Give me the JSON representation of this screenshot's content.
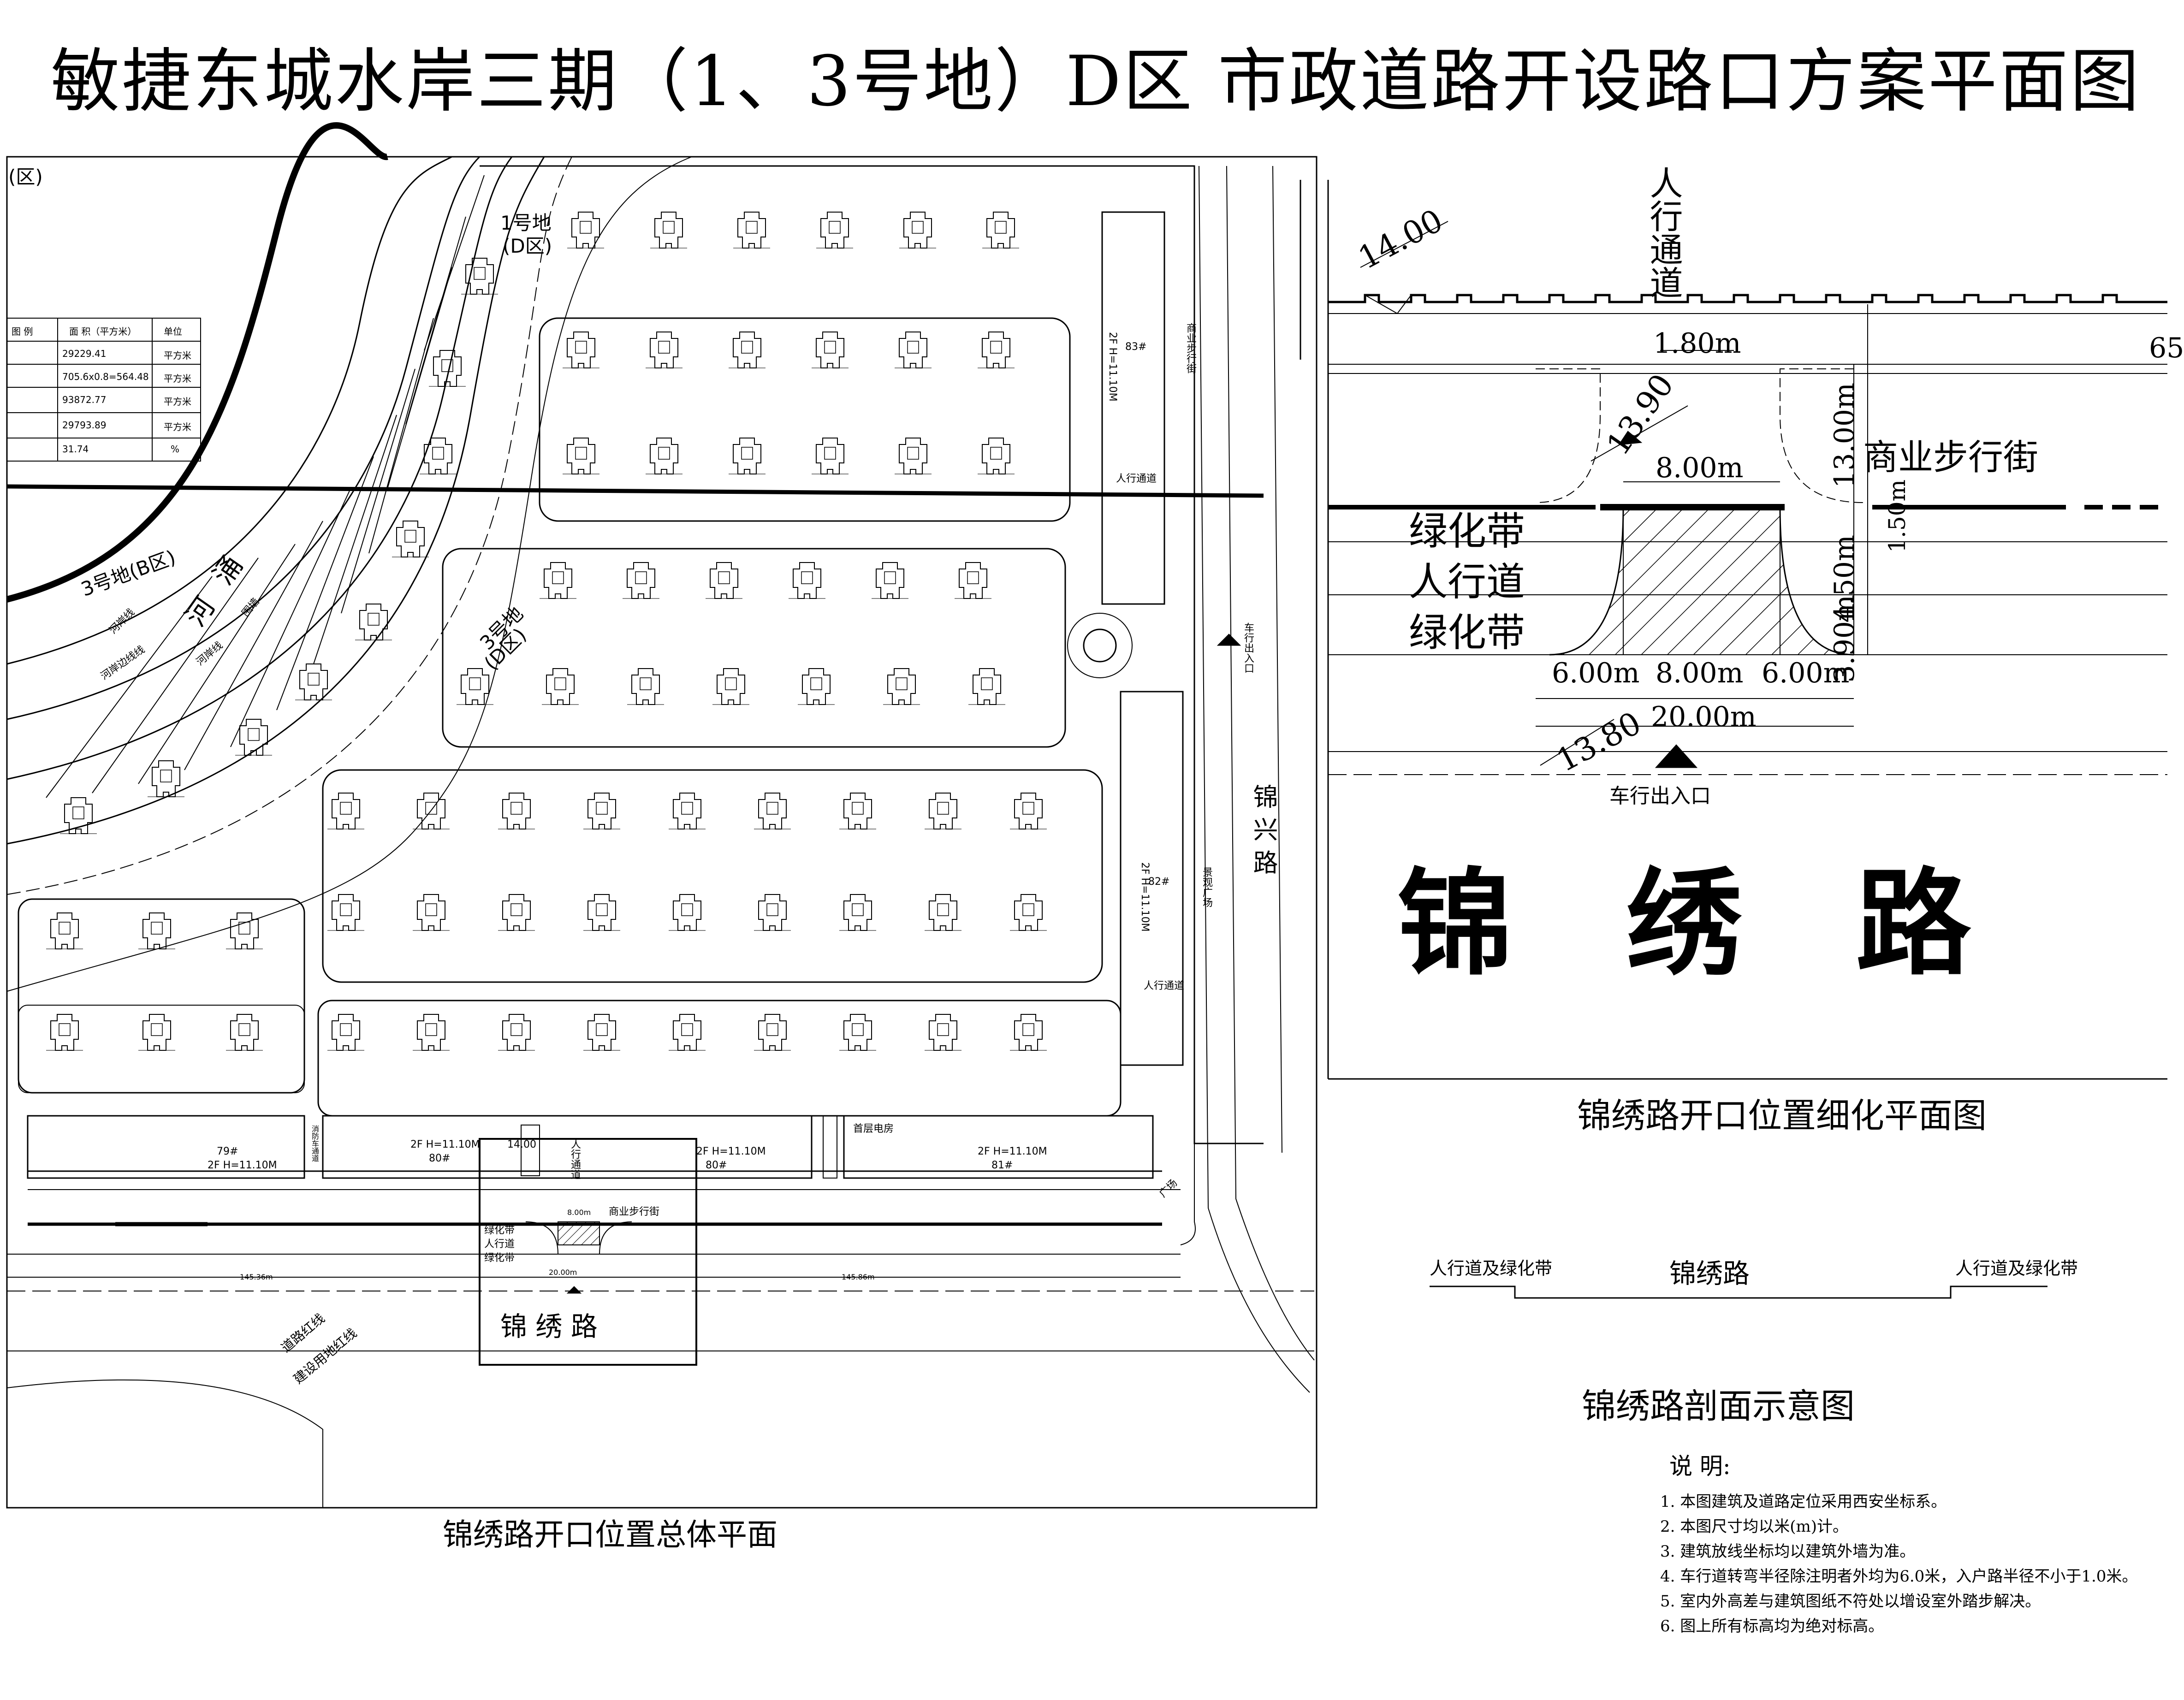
{
  "title": "敏捷东城水岸三期（1、3号地）D区 市政道路开设路口方案平面图",
  "site_plan": {
    "caption": "锦绣路开口位置总体平面",
    "plot_labels": [
      "1号地",
      "(D区)",
      "3号地",
      "(D区)",
      "3号地(B区)",
      "(区)"
    ],
    "river_labels": [
      "河",
      "涌",
      "河岸线",
      "河岸边线线",
      "河岸线",
      "围墙"
    ],
    "road_east": "锦 兴 路",
    "road_south": "锦 绣 路",
    "inset_labels": [
      "14.00",
      "人行通道",
      "绿化带",
      "人行道",
      "绿化带",
      "商业步行街",
      "8.00m",
      "20.00m"
    ],
    "red_lines": [
      "道路红线",
      "建设用地红线"
    ],
    "entrance_east": "车行出入口",
    "commercial_blocks": [
      {
        "label": "2F H=11.10M",
        "num": "83#"
      },
      {
        "label": "2F H=11.10M",
        "num": "82#"
      },
      {
        "label": "2F H=11.10M",
        "num": "80#"
      },
      {
        "label": "2F H=11.10M",
        "num": "80#"
      },
      {
        "label": "2F H=11.10M",
        "num": "81#"
      },
      {
        "label": "2F H=11.10M",
        "num": "79#"
      }
    ],
    "dims": [
      "145.36m",
      "20.00m",
      "145.86m"
    ],
    "misc": [
      "人行通道",
      "商业步行街",
      "人行通道",
      "景观广场",
      "广场",
      "首层电房",
      "消防车通道"
    ]
  },
  "legend": {
    "headers": [
      "图 例",
      "面 积（平方米）",
      "单位"
    ],
    "rows": [
      {
        "area": "29229.41",
        "unit": "平方米"
      },
      {
        "area": "705.6x0.8=564.48",
        "unit": "平方米"
      },
      {
        "area": "93872.77",
        "unit": "平方米"
      },
      {
        "area": "29793.89",
        "unit": "平方米"
      },
      {
        "area": "31.74",
        "unit": "%"
      }
    ]
  },
  "detail_plan": {
    "caption": "锦绣路开口位置细化平面图",
    "labels": {
      "walkway": "人行通道",
      "elev_top": "14.00",
      "elev_mid": "13.90",
      "elev_bottom": "13.80",
      "commercial": "商业步行街",
      "green1": "绿化带",
      "sidewalk": "人行道",
      "green2": "绿化带",
      "entrance": "车行出入口",
      "road": "锦 绣 路",
      "edge_num": "65"
    },
    "dims": {
      "d180": "1.80m",
      "d800a": "8.00m",
      "d1300": "13.00m",
      "d150": "1.50m",
      "d450": "4.50m",
      "d390": "3.90m",
      "d600a": "6.00m",
      "d800b": "8.00m",
      "d600b": "6.00m",
      "d2000": "20.00m"
    }
  },
  "section": {
    "caption": "锦绣路剖面示意图",
    "left": "人行道及绿化带",
    "center": "锦绣路",
    "right": "人行道及绿化带"
  },
  "notes": {
    "heading": "说 明:",
    "items": [
      "1. 本图建筑及道路定位采用西安坐标系。",
      "2. 本图尺寸均以米(m)计。",
      "3. 建筑放线坐标均以建筑外墙为准。",
      "4. 车行道转弯半径除注明者外均为6.0米，入户路半径不小于1.0米。",
      "5. 室内外高差与建筑图纸不符处以增设室外踏步解决。",
      "6. 图上所有标高均为绝对标高。"
    ]
  },
  "colors": {
    "line": "#000000",
    "background": "#ffffff",
    "hatch": "#000000"
  }
}
